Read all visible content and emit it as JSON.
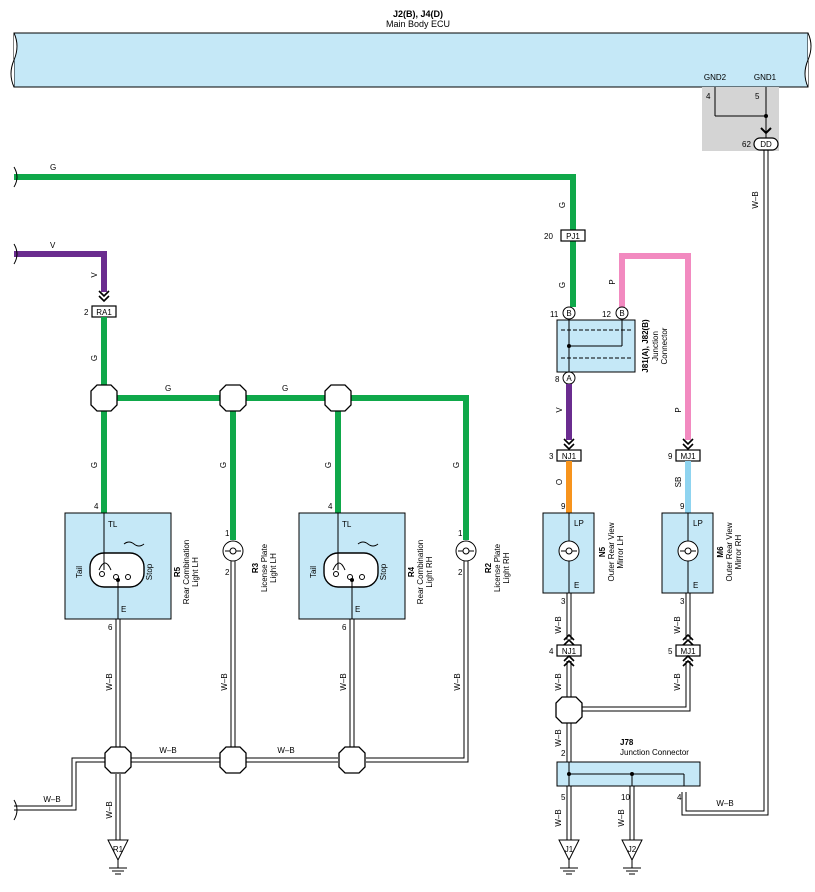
{
  "ecu": {
    "code": "J2(B), J4(D)",
    "name": "Main Body ECU",
    "pin_gnd2": "GND2",
    "pin_gnd1": "GND1",
    "pin_num_4": "4",
    "pin_num_5": "5"
  },
  "connectors": {
    "dd": {
      "label": "DD",
      "pin": "62"
    },
    "pj1": {
      "label": "PJ1",
      "pin": "20"
    },
    "ra1": {
      "label": "RA1",
      "pin": "2"
    },
    "nj1_top": {
      "label": "NJ1",
      "pin": "3"
    },
    "mj1_top": {
      "label": "MJ1",
      "pin": "9"
    },
    "nj1_bot": {
      "label": "NJ1",
      "pin": "4"
    },
    "mj1_bot": {
      "label": "MJ1",
      "pin": "5"
    }
  },
  "wires": {
    "g": "G",
    "v": "V",
    "p": "P",
    "o": "O",
    "sb": "SB",
    "wb": "W–B"
  },
  "j81": {
    "code": "J81(A), J82(B)",
    "name1": "Junction",
    "name2": "Connector",
    "pin11": "11",
    "pin12": "12",
    "pin8": "8",
    "term_b": "B",
    "term_a": "A"
  },
  "r5": {
    "code": "R5",
    "name1": "Rear Combination",
    "name2": "Light LH",
    "tl": "TL",
    "tail": "Tail",
    "stop": "Stop",
    "e": "E",
    "pin_in": "4",
    "pin_out": "6"
  },
  "r3": {
    "code": "R3",
    "name1": "License Plate",
    "name2": "Light LH",
    "pin_in": "1",
    "pin_out": "2"
  },
  "r4": {
    "code": "R4",
    "name1": "Rear Combination",
    "name2": "Light RH",
    "tl": "TL",
    "tail": "Tail",
    "stop": "Stop",
    "e": "E",
    "pin_in": "4",
    "pin_out": "6"
  },
  "r2": {
    "code": "R2",
    "name1": "License Plate",
    "name2": "Light RH",
    "pin_in": "1",
    "pin_out": "2"
  },
  "n5": {
    "code": "N5",
    "name1": "Outer Rear View",
    "name2": "Mirror LH",
    "lp": "LP",
    "e": "E",
    "pin_in": "9",
    "pin_out": "3"
  },
  "m6": {
    "code": "M6",
    "name1": "Outer Rear View",
    "name2": "Mirror RH",
    "lp": "LP",
    "e": "E",
    "pin_in": "9",
    "pin_out": "3"
  },
  "j78": {
    "code": "J78",
    "name": "Junction Connector",
    "pin2": "2",
    "pin5": "5",
    "pin10": "10",
    "pin4": "4"
  },
  "grounds": {
    "r1": "R1",
    "j1": "J1",
    "j2": "J2"
  },
  "colors": {
    "green": "#0fa84a",
    "violet": "#6a2c8f",
    "pink": "#f28ac0",
    "orange": "#f7941d",
    "skyblue": "#8fd4f0",
    "component_fill": "#c5e8f7",
    "ground_shade": "#d4d4d4"
  }
}
